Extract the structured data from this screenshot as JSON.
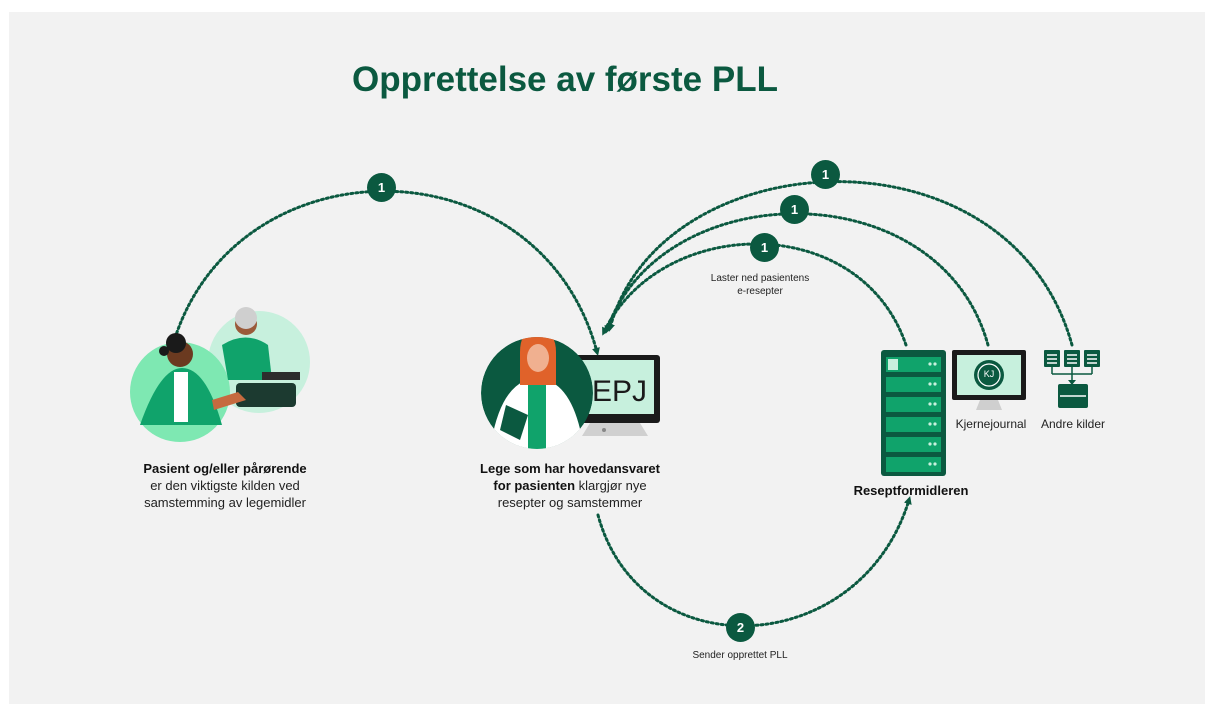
{
  "title": "Opprettelse av første PLL",
  "badges": {
    "patient_fetch": "1",
    "kj_fetch": "1",
    "other_fetch": "1",
    "rf_fetch": "1",
    "send": "2"
  },
  "labels": {
    "download_line1": "Laster ned pasientens",
    "download_line2": "e-resepter",
    "send": "Sender opprettet PLL",
    "epj": "EPJ",
    "kjernejournal": "Kjernejournal",
    "andre_kilder": "Andre kilder",
    "reseptformidleren": "Reseptformidleren",
    "kj_logo": "KJ"
  },
  "patient": {
    "bold": "Pasient og/eller pårørende",
    "line2": "er den viktigste kilden ved",
    "line3": "samstemming av legemidler"
  },
  "doctor": {
    "bold1": "Lege som har hovedansvaret",
    "bold2": "for pasienten",
    "rest2": " klargjør nye",
    "line3": "resepter og samstemmer"
  },
  "colors": {
    "dark_green": "#0b5940",
    "mid_green": "#10a36b",
    "light_green": "#c7f0dd",
    "skin": "#c66a3f",
    "hair_doctor": "#e0622a"
  }
}
